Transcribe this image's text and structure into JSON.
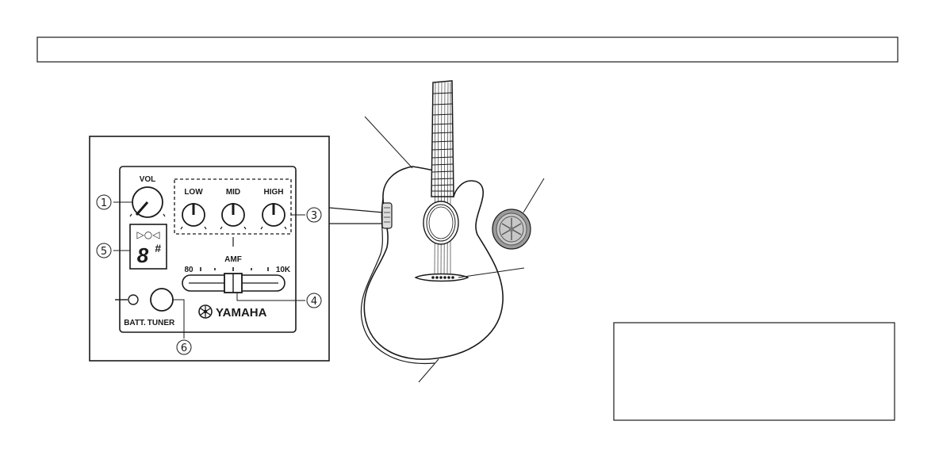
{
  "panel": {
    "vol_label": "VOL",
    "low_label": "LOW",
    "mid_label": "MID",
    "high_label": "HIGH",
    "amf_label": "AMF",
    "amf_min": "80",
    "amf_max": "10K",
    "tuner_symbols": "▷○◁",
    "tuner_note": "8",
    "tuner_sharp": "#",
    "batt_label": "BATT.",
    "tuner_label": "TUNER",
    "brand": "YAMAHA"
  },
  "callouts": {
    "n1": "①",
    "n3": "③",
    "n4": "④",
    "n5": "⑤",
    "n6": "⑥"
  },
  "colors": {
    "line": "#1a1a1a",
    "emblem_fill": "#9a9a9a",
    "background": "#ffffff"
  }
}
